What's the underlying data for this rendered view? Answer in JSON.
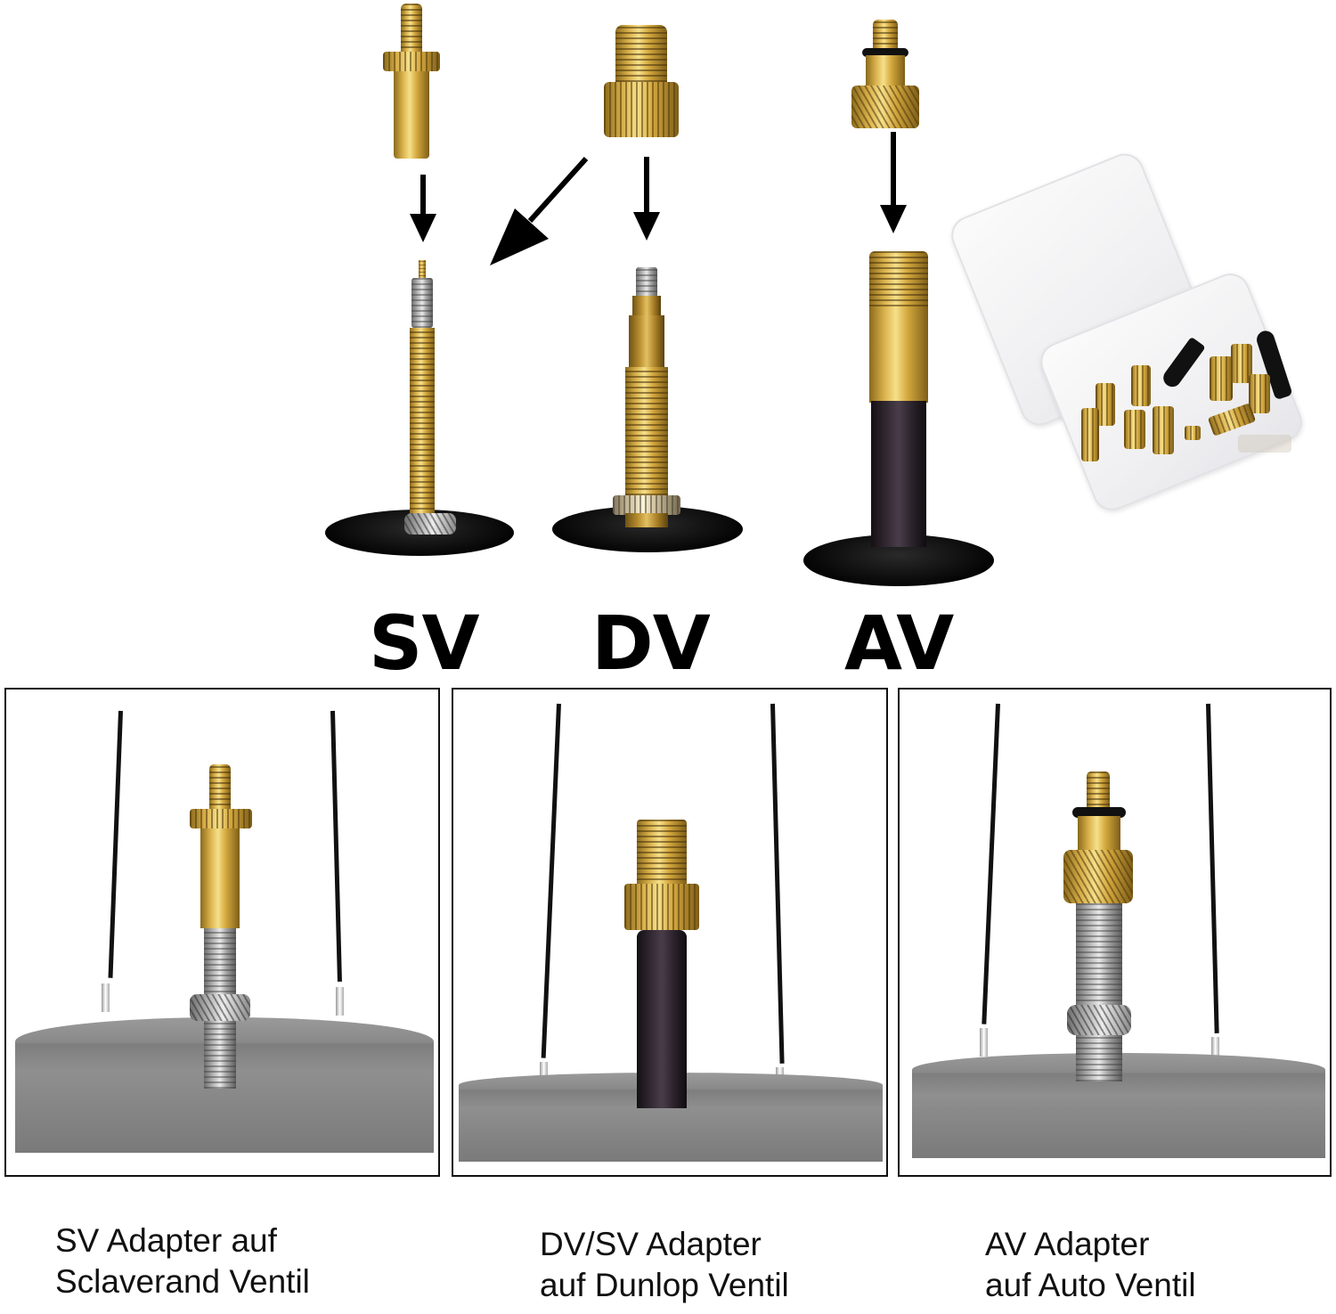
{
  "diagram": {
    "valve_types": [
      {
        "code": "SV",
        "adapter_icon": "sv-adapter-icon",
        "valve_icon": "presta-valve-icon"
      },
      {
        "code": "DV",
        "adapter_icon": "dv-adapter-icon",
        "valve_icon": "dunlop-valve-icon"
      },
      {
        "code": "AV",
        "adapter_icon": "av-adapter-icon",
        "valve_icon": "schrader-valve-icon"
      }
    ],
    "arrows": [
      "down-arrow-sv",
      "diagonal-arrow-dv-to-sv",
      "down-arrow-dv",
      "down-arrow-av"
    ],
    "kit_image": "adapter-kit-box-icon"
  },
  "panels": [
    {
      "id": "sv",
      "valve_body": "steel",
      "adapter": "sv",
      "caption": {
        "line1": "SV Adapter auf",
        "line2": "Sclaverand Ventil"
      }
    },
    {
      "id": "dv",
      "valve_body": "rubber",
      "adapter": "dv",
      "caption": {
        "line1": "DV/SV Adapter",
        "line2": "auf Dunlop Ventil"
      }
    },
    {
      "id": "av",
      "valve_body": "steel",
      "adapter": "av",
      "caption": {
        "line1": "AV Adapter",
        "line2": "auf Auto Ventil"
      }
    }
  ],
  "colors": {
    "background": "#ffffff",
    "text": "#000000",
    "brass": "#d4a83e",
    "rubber": "#1a141a",
    "rim": "#8a8a8a",
    "panel_border": "#111111"
  }
}
